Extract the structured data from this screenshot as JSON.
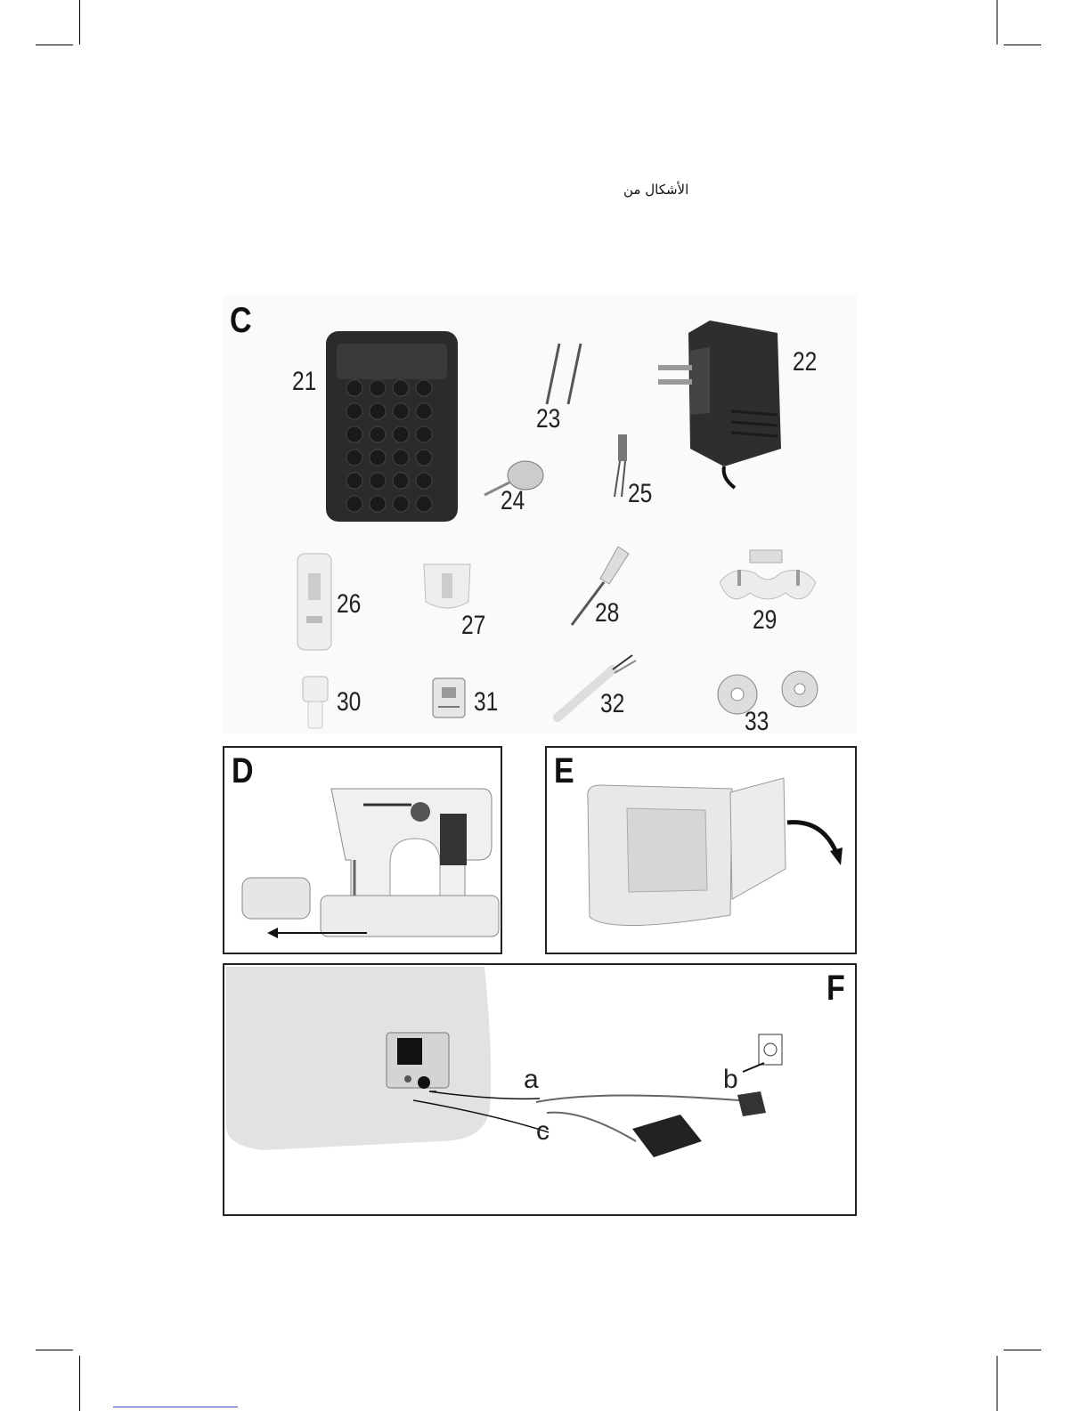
{
  "header": {
    "text": "الأشكال من"
  },
  "panels": {
    "c": {
      "letter": "C",
      "parts": [
        "21",
        "22",
        "23",
        "24",
        "25",
        "26",
        "27",
        "28",
        "29",
        "30",
        "31",
        "32",
        "33"
      ]
    },
    "d": {
      "letter": "D"
    },
    "e": {
      "letter": "E"
    },
    "f": {
      "letter": "F",
      "callouts": [
        "a",
        "b",
        "c"
      ]
    }
  }
}
